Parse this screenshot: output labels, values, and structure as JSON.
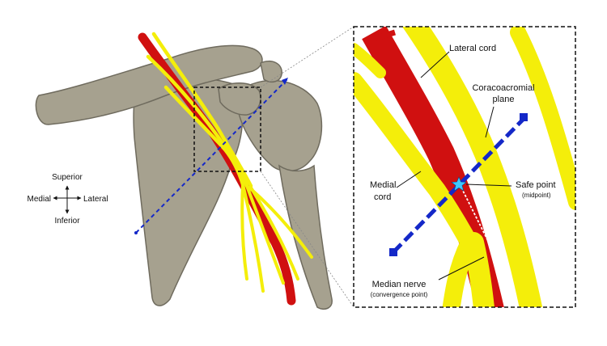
{
  "colors": {
    "bone": "#a6a18f",
    "bone_dark": "#6f6b5e",
    "artery": "#d01010",
    "artery_dark": "#7a0000",
    "nerve": "#f4ee0a",
    "nerve_dark": "#8a8400",
    "plane": "#1428c8",
    "safe_point": "#40c8ff",
    "frame": "#111111"
  },
  "compass": {
    "superior": "Superior",
    "inferior": "Inferior",
    "medial": "Medial",
    "lateral": "Lateral"
  },
  "labels": {
    "lateral_cord": "Lateral cord",
    "coracoacromial_plane_line1": "Coracoacromial",
    "coracoacromial_plane_line2": "plane",
    "medial_cord_line1": "Medial",
    "medial_cord_line2": "cord",
    "safe_point": "Safe point",
    "safe_point_note": "(midpoint)",
    "median_nerve": "Median nerve",
    "median_nerve_note": "(convergence point)"
  },
  "icons": {
    "safe_point_marker": "star-icon",
    "compass": "four-way-arrow-icon"
  }
}
